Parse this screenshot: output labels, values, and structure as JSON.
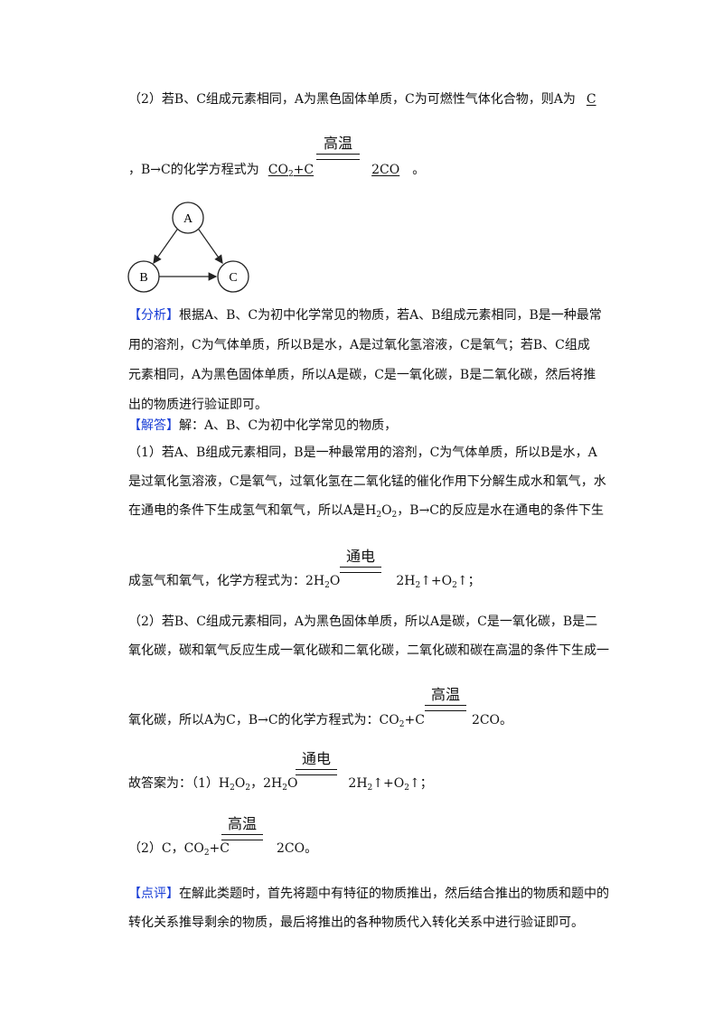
{
  "q2": {
    "line1_text": "（2）若B、C组成元素相同，A为黑色固体单质，C为可燃性气体化合物，则A为",
    "line1_answer": "C",
    "cond": "高温",
    "line2_prefix": "，B→C的化学方程式为",
    "eq_left_pre": "CO",
    "eq_left_sub": "2",
    "eq_left_post": "+C",
    "eq_right": "2CO",
    "line2_end": "。"
  },
  "diagram": {
    "node_a": "A",
    "node_b": "B",
    "node_c": "C"
  },
  "analysis": {
    "tag": "【分析】",
    "l1": "根据A、B、C为初中化学常见的物质，若A、B组成元素相同，B是一种最常",
    "l2": "用的溶剂，C为气体单质，所以B是水，A是过氧化氢溶液，C是氧气；若B、C组成",
    "l3": "元素相同，A为黑色固体单质，所以A是碳，C是一氧化碳，B是二氧化碳，然后将推",
    "l4": "出的物质进行验证即可。"
  },
  "solution": {
    "tag": "【解答】",
    "intro": "解：A、B、C为初中化学常见的物质，",
    "p1_l1": "（1）若A、B组成元素相同，B是一种最常用的溶剂，C为气体单质，所以B是水，A",
    "p1_l2": "是过氧化氢溶液，C是氧气，过氧化氢在二氧化锰的催化作用下分解生成水和氧气，水",
    "p1_l3_pre": "在通电的条件下生成氢气和氧气，所以A是H",
    "p1_l3_post": "，B→C的反应是水在通电的条件下生",
    "cond1": "通电",
    "p1_l4_pre": "成氢气和氧气，化学方程式为：2H",
    "p1_l4_mid": "O",
    "p1_l4_right": "2H",
    "p1_l4_end": "↑+O",
    "p1_l4_tail": "↑；",
    "p2_l1": "（2）若B、C组成元素相同，A为黑色固体单质，所以A是碳，C是一氧化碳，B是二",
    "p2_l2": "氧化碳，碳和氧气反应生成一氧化碳和二氧化碳，二氧化碳和碳在高温的条件下生成一",
    "cond2": "高温",
    "p2_l3_pre": "氧化碳，所以A为C，B→C的化学方程式为：CO",
    "p2_l3_post": "+C",
    "p2_l3_right": "2CO。"
  },
  "answer": {
    "cond1": "通电",
    "l1_pre": "故答案为：（1）H",
    "l1_mid": "O",
    "l1_mid2": "，2H",
    "l1_mid3": "O",
    "l1_right": "2H",
    "l1_end": "↑+O",
    "l1_tail": "↑；",
    "cond2": "高温",
    "l2_pre": "（2）C，CO",
    "l2_post": "+C",
    "l2_right": "2CO。"
  },
  "comment": {
    "tag": "【点评】",
    "l1": "在解此类题时，首先将题中有特征的物质推出，然后结合推出的物质和题中的",
    "l2": "转化关系推导剩余的物质，最后将推出的各种物质代入转化关系中进行验证即可。"
  },
  "subs": {
    "two": "2"
  }
}
